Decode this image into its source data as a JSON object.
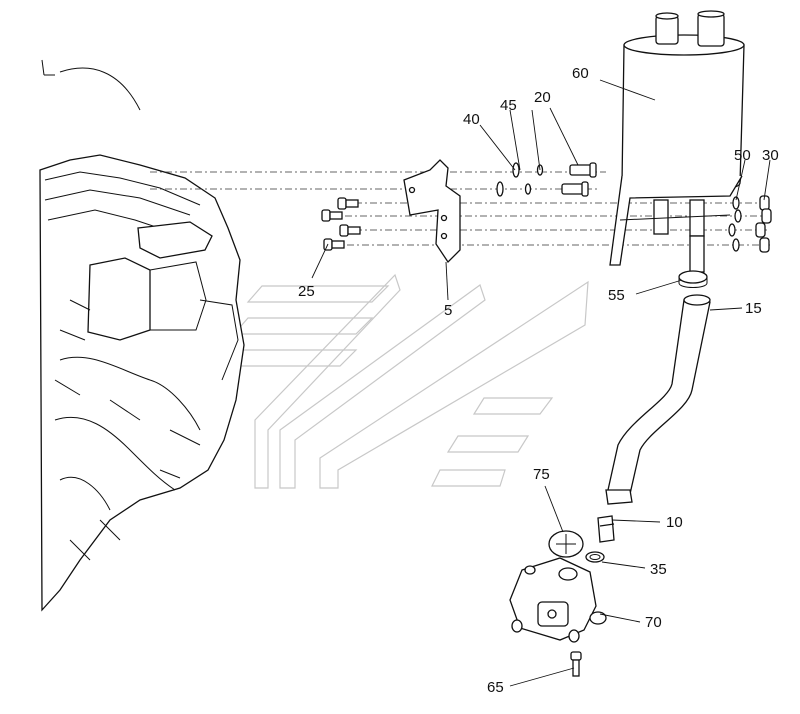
{
  "diagram": {
    "callouts": [
      {
        "id": "60",
        "label": "60"
      },
      {
        "id": "45",
        "label": "45"
      },
      {
        "id": "20",
        "label": "20"
      },
      {
        "id": "40",
        "label": "40"
      },
      {
        "id": "50",
        "label": "50"
      },
      {
        "id": "30",
        "label": "30"
      },
      {
        "id": "25",
        "label": "25"
      },
      {
        "id": "5",
        "label": "5"
      },
      {
        "id": "55",
        "label": "55"
      },
      {
        "id": "15",
        "label": "15"
      },
      {
        "id": "75",
        "label": "75"
      },
      {
        "id": "10",
        "label": "10"
      },
      {
        "id": "35",
        "label": "35"
      },
      {
        "id": "70",
        "label": "70"
      },
      {
        "id": "65",
        "label": "65"
      }
    ],
    "parts": [
      "engine-block-illustration",
      "reservoir",
      "mounting-bracket",
      "hose",
      "hose-clamp",
      "hose-fitting",
      "o-ring",
      "pump-cap",
      "pump-body",
      "pump-bolt"
    ]
  }
}
